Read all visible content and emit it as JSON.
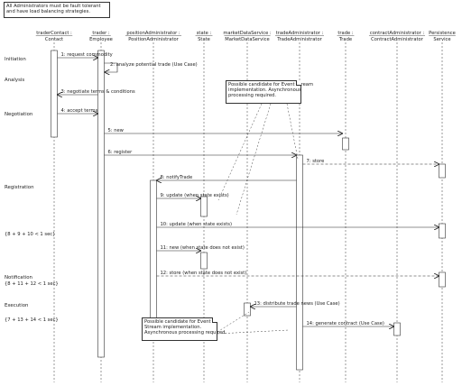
{
  "top_note": {
    "lines": [
      "All Administrators must be fault tolerant",
      "and have load balancing strategies."
    ]
  },
  "lifelines": [
    {
      "id": "tc",
      "role": "traderContact :",
      "type": "Contact"
    },
    {
      "id": "tr",
      "role": "trader :",
      "type": "Employee"
    },
    {
      "id": "pa",
      "role": "positionAdministrator :",
      "type": "PositionAdministrator"
    },
    {
      "id": "st",
      "role": "state :",
      "type": "State"
    },
    {
      "id": "md",
      "role": "marketDataService :",
      "type": "MarketDataService"
    },
    {
      "id": "ta",
      "role": "tradeAdministrator :",
      "type": "TradeAdministrator"
    },
    {
      "id": "td",
      "role": "trade :",
      "type": "Trade"
    },
    {
      "id": "ca",
      "role": "contractAdministrator :",
      "type": "ContractAdministrator"
    },
    {
      "id": "ps",
      "role": "Persistence",
      "type": "Service"
    }
  ],
  "phases": [
    {
      "label": "Initiation"
    },
    {
      "label": "Analysis"
    },
    {
      "label": "Negotiation"
    },
    {
      "label": "Registration"
    },
    {
      "label": "Notification"
    },
    {
      "label": "Execution"
    }
  ],
  "constraints": [
    {
      "text": "{8 + 9 + 10 < 1 sec}"
    },
    {
      "text": "{8 + 11 + 12 < 1 sec}"
    },
    {
      "text": "{7 + 13 + 14 < 1 sec}"
    }
  ],
  "messages": [
    {
      "label": "1: request commodity",
      "from": "tc",
      "to": "tr"
    },
    {
      "label": "2: analyze potential trade (Use Case)",
      "from": "tr",
      "to": "tr"
    },
    {
      "label": "3: negotiate terms & conditions",
      "from": "tr",
      "to": "tc"
    },
    {
      "label": "4: accept terms",
      "from": "tc",
      "to": "tr"
    },
    {
      "label": "5: new",
      "from": "tr",
      "to": "td"
    },
    {
      "label": "6: register",
      "from": "tr",
      "to": "ta"
    },
    {
      "label": "7: store",
      "from": "ta",
      "to": "ps"
    },
    {
      "label": "8: notifyTrade",
      "from": "ta",
      "to": "pa"
    },
    {
      "label": "9: update (when state exists)",
      "from": "pa",
      "to": "st"
    },
    {
      "label": "10: update (when state exists)",
      "from": "pa",
      "to": "ps"
    },
    {
      "label": "11: new (when state does not exist)",
      "from": "pa",
      "to": "st"
    },
    {
      "label": "12: store (when state does not exist)",
      "from": "pa",
      "to": "ps"
    },
    {
      "label": "13: distribute trade news (Use Case)",
      "from": "ta",
      "to": "md"
    },
    {
      "label": "14: generate contract (Use Case)",
      "from": "ta",
      "to": "ca"
    }
  ],
  "notes": [
    {
      "id": "note1",
      "lines": [
        "Possible candidate for Event Stream",
        "implementation.  Asynchronous",
        "processing required."
      ]
    },
    {
      "id": "note2",
      "lines": [
        "Possible candidate for Event",
        "Stream implementation.",
        "Asynchronous processing required."
      ]
    }
  ]
}
